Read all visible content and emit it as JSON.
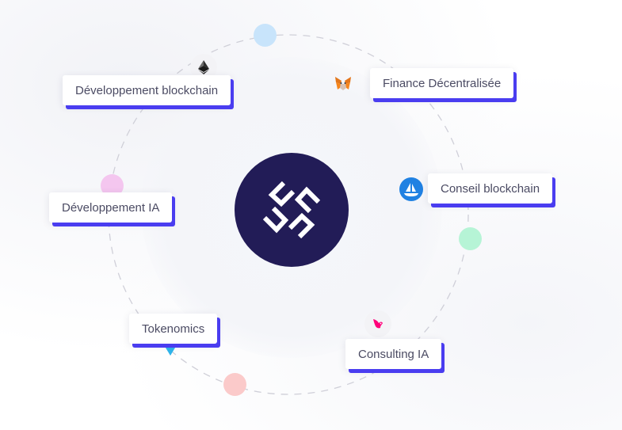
{
  "center": {
    "icon": "swirl-logo-icon",
    "bg_color": "#221c57"
  },
  "accent_color": "#4a3df0",
  "labels": {
    "dev_blockchain": "Développement blockchain",
    "defi": "Finance Décentralisée",
    "dev_ia": "Développement IA",
    "conseil_blockchain": "Conseil blockchain",
    "tokenomics": "Tokenomics",
    "consulting_ia": "Consulting IA"
  },
  "icons": {
    "ethereum": "ethereum-icon",
    "metamask": "metamask-fox-icon",
    "opensea": "opensea-icon",
    "uniswap": "uniswap-unicorn-icon",
    "diamond": "diamond-icon"
  },
  "dot_colors": [
    "#c8e4fb",
    "#f4c6ef",
    "#b6f4d6",
    "#fbcaca"
  ]
}
